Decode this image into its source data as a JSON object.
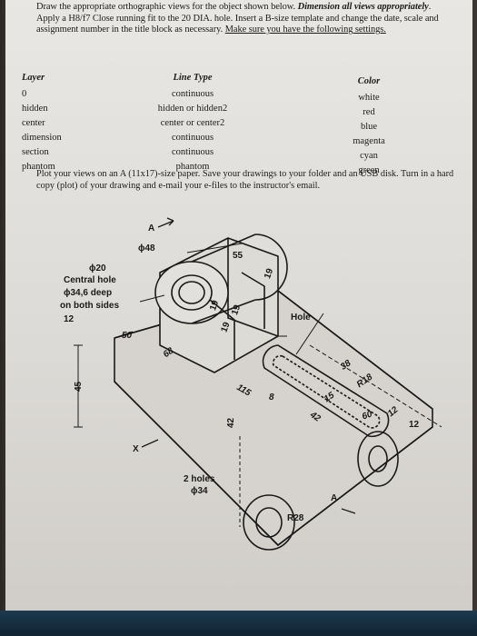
{
  "instructions": {
    "line1": "Draw the appropriate orthographic views for the object shown below. ",
    "line1_emph": "Dimension all views appropriately",
    "line2": ". Apply a H8/f7 Close running fit to the 20 DIA. hole. Insert a B-size template and change the date, scale and assignment number in the title block as necessary. ",
    "line2_underlined": "Make sure you have the following settings."
  },
  "settings": {
    "headers": {
      "layer": "Layer",
      "line_type": "Line Type",
      "color": "Color"
    },
    "rows": [
      {
        "layer": "0",
        "line_type": "continuous",
        "color": "white"
      },
      {
        "layer": "hidden",
        "line_type": "hidden or hidden2",
        "color": "red"
      },
      {
        "layer": "center",
        "line_type": "center or center2",
        "color": "blue"
      },
      {
        "layer": "dimension",
        "line_type": "continuous",
        "color": "magenta"
      },
      {
        "layer": "section",
        "line_type": "continuous",
        "color": "cyan"
      },
      {
        "layer": "phantom",
        "line_type": "phantom",
        "color": "green"
      }
    ]
  },
  "plot_instructions": "Plot your views on an A (11x17)-size paper. Save your drawings to your folder and an USB disk. Turn in a hard copy (plot) of your drawing and e-mail your e-files to the instructor's email.",
  "drawing": {
    "label_A_top": "A",
    "label_A_bottom": "A",
    "label_X": "X",
    "dia48": "ϕ48",
    "dia20": "ϕ20",
    "central_hole": "Central hole",
    "deep_spec": "ϕ34,6 deep",
    "both_sides": "on both sides",
    "dim_12_left": "12",
    "dim_45": "45",
    "dim_50": "50",
    "dim_55": "55",
    "dim_19_a": "19",
    "dim_19_b": "19",
    "dim_19_c": "19",
    "dim_19_d": "19",
    "dim_68": "68",
    "hole_label": "Hole",
    "dim_38": "38",
    "dim_115": "115",
    "dim_8": "8",
    "dim_15": "15",
    "dim_R18": "R18",
    "dim_42_a": "42",
    "dim_42_b": "42",
    "dim_12_right": "12",
    "dim_60": "60",
    "dim_12_bottom": "12",
    "two_holes": "2 holes",
    "dia34": "ϕ34",
    "dim_R28": "R28"
  }
}
